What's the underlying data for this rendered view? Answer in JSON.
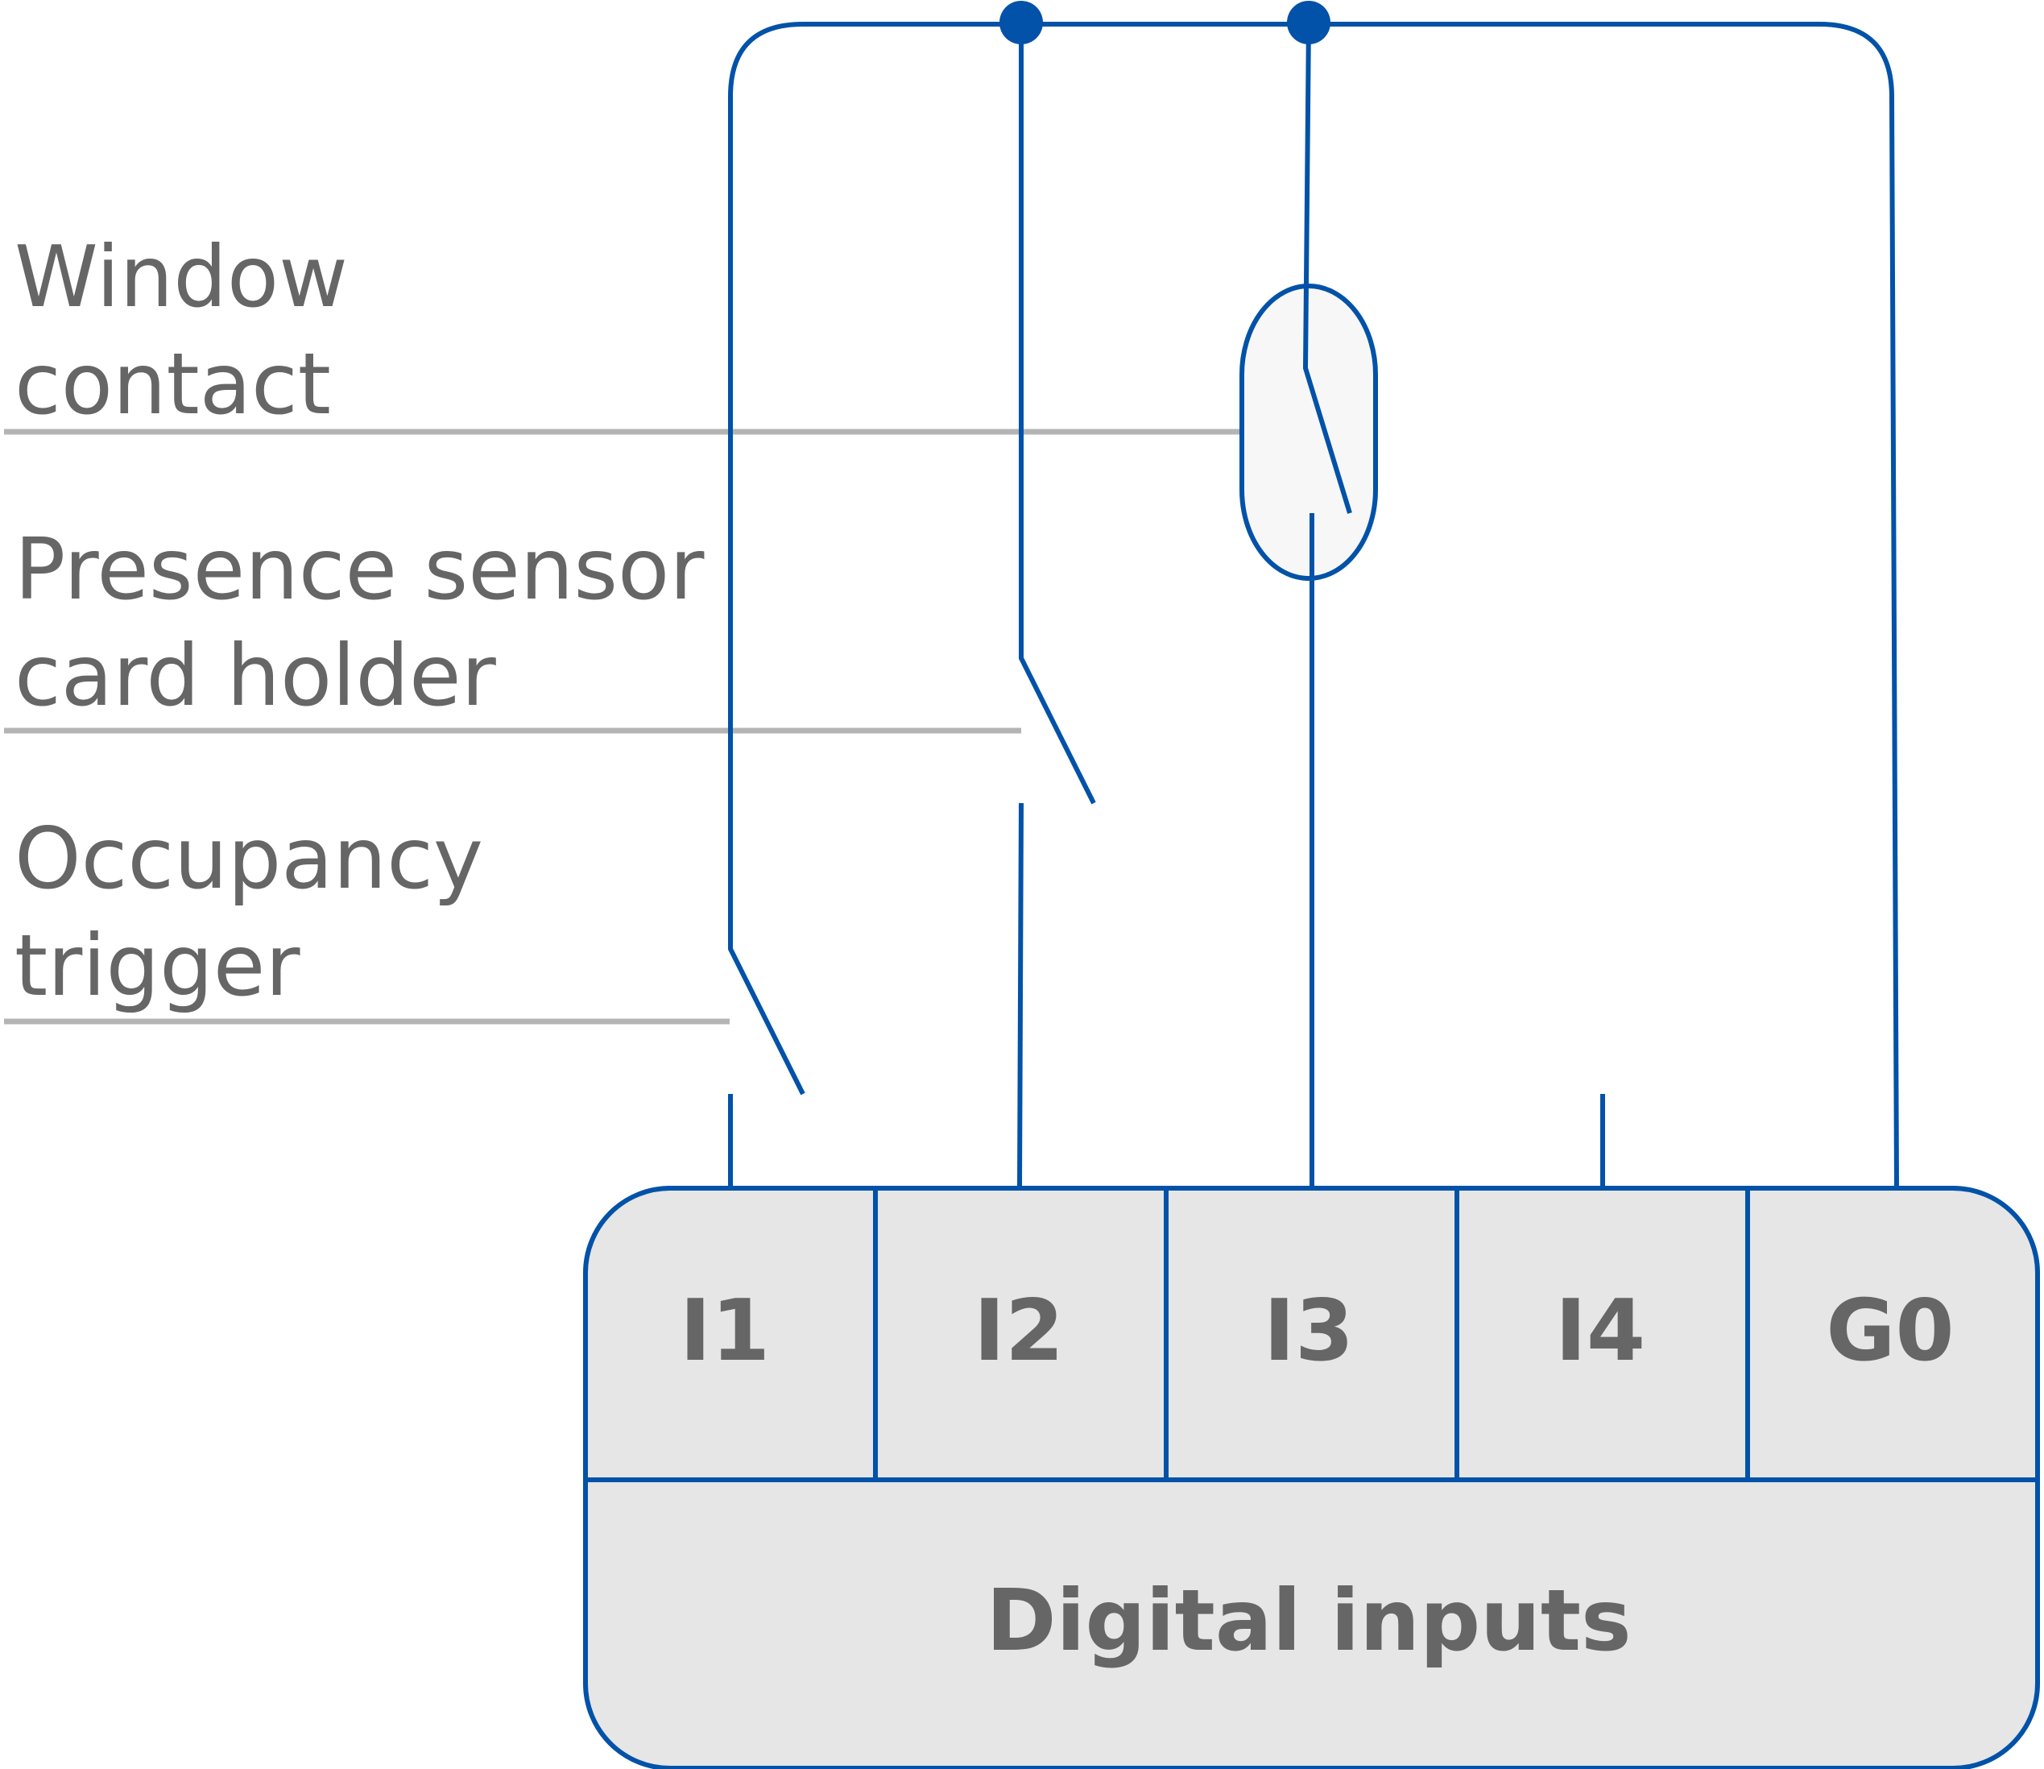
{
  "labels": {
    "window_contact": [
      "Window",
      "contact"
    ],
    "presence_sensor": [
      "Presence sensor",
      "card holder"
    ],
    "occupancy_trigger": [
      "Occupancy",
      "trigger"
    ]
  },
  "module": {
    "title": "Digital inputs",
    "terminals": [
      "I1",
      "I2",
      "I3",
      "I4",
      "G0"
    ]
  },
  "colors": {
    "wire": "#0152a8",
    "leader": "#b4b4b4",
    "text": "#666666",
    "module_fill": "#e6e6e6",
    "reed_fill": "#f7f7f7"
  }
}
